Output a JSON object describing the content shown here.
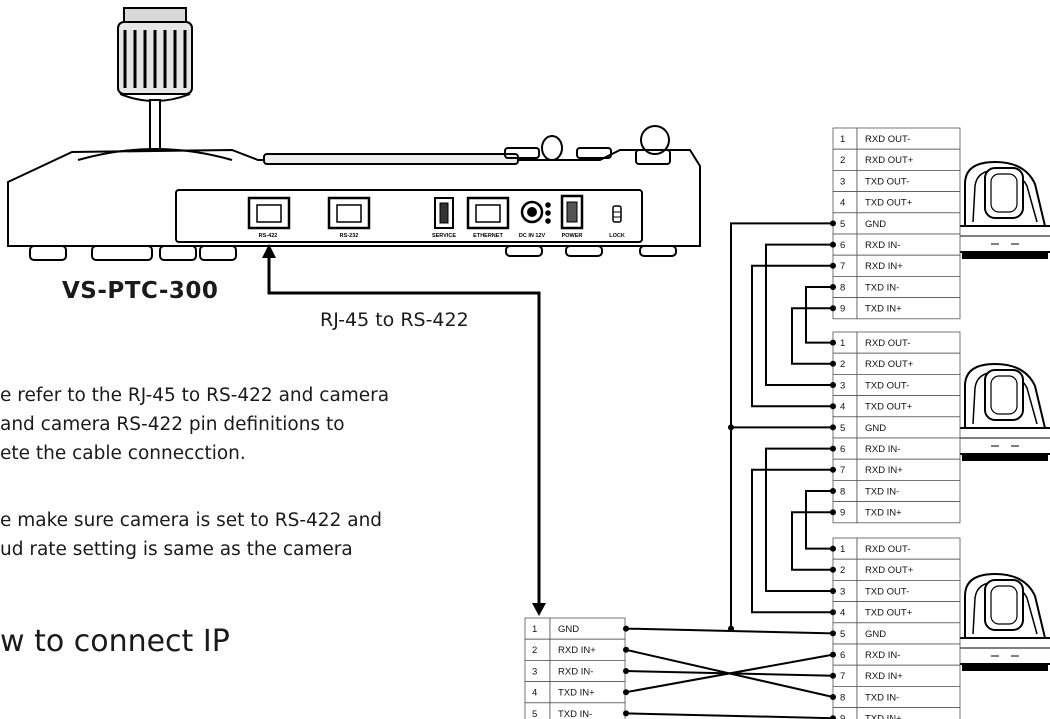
{
  "device": {
    "model": "VS-PTC-300",
    "port_labels": [
      "RS-422",
      "RS-232",
      "SERVICE",
      "ETHERNET",
      "DC IN 12V",
      "POWER",
      "LOCK"
    ]
  },
  "connection_label": "RJ-45 to RS-422",
  "instructions": [
    [
      "e refer to the RJ-45 to RS-422 and camera",
      " and camera RS-422 pin definitions to",
      "ete the cable connecction."
    ],
    [
      "e make sure camera is set to RS-422 and",
      "ud rate setting is same as the camera"
    ]
  ],
  "heading": "w to connect IP",
  "camera_pins": [
    {
      "num": "1",
      "signal": "RXD OUT-"
    },
    {
      "num": "2",
      "signal": "RXD OUT+"
    },
    {
      "num": "3",
      "signal": "TXD OUT-"
    },
    {
      "num": "4",
      "signal": "TXD OUT+"
    },
    {
      "num": "5",
      "signal": "GND"
    },
    {
      "num": "6",
      "signal": "RXD IN-"
    },
    {
      "num": "7",
      "signal": "RXD IN+"
    },
    {
      "num": "8",
      "signal": "TXD IN-"
    },
    {
      "num": "9",
      "signal": "TXD IN+"
    }
  ],
  "controller_pins": [
    {
      "num": "1",
      "signal": "GND"
    },
    {
      "num": "2",
      "signal": "RXD IN+"
    },
    {
      "num": "3",
      "signal": "RXD IN-"
    },
    {
      "num": "4",
      "signal": "TXD IN+"
    },
    {
      "num": "5",
      "signal": "TXD IN-"
    }
  ]
}
